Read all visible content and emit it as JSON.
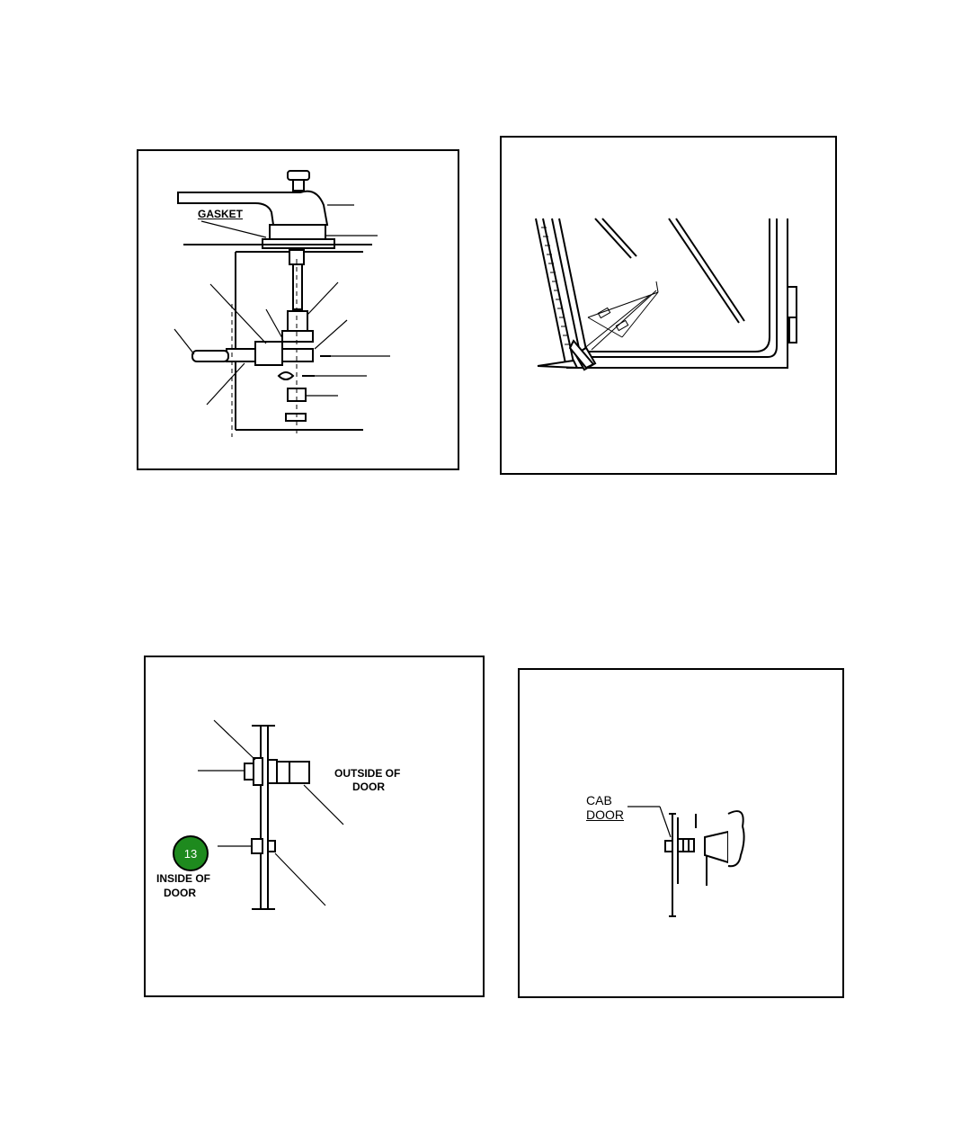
{
  "figure1": {
    "label_gasket": "GASKET"
  },
  "figure3": {
    "label_outside_line1": "OUTSIDE OF",
    "label_outside_line2": "DOOR",
    "label_inside_line1": "INSIDE OF",
    "label_inside_line2": "DOOR",
    "callout_number": "13",
    "callout_color": "#1e8a1e"
  },
  "figure4": {
    "label_cab": "CAB",
    "label_door": "DOOR"
  }
}
